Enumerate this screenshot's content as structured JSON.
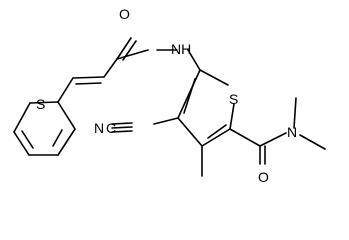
{
  "structure": {
    "atoms": {
      "carbonyl_oxygen_amide_link": "O",
      "amide_nitrogen": "NH",
      "thiophene_sulfur_left": "S",
      "thiophene_sulfur_right": "S",
      "nitrile_group": "N",
      "nitrile_carbon": "C",
      "carbonyl_oxygen_carboxamide": "O",
      "dimethylamide_nitrogen": "N"
    },
    "colors": {
      "bond": "#000000",
      "label": "#000000",
      "background": "#ffffff"
    }
  }
}
